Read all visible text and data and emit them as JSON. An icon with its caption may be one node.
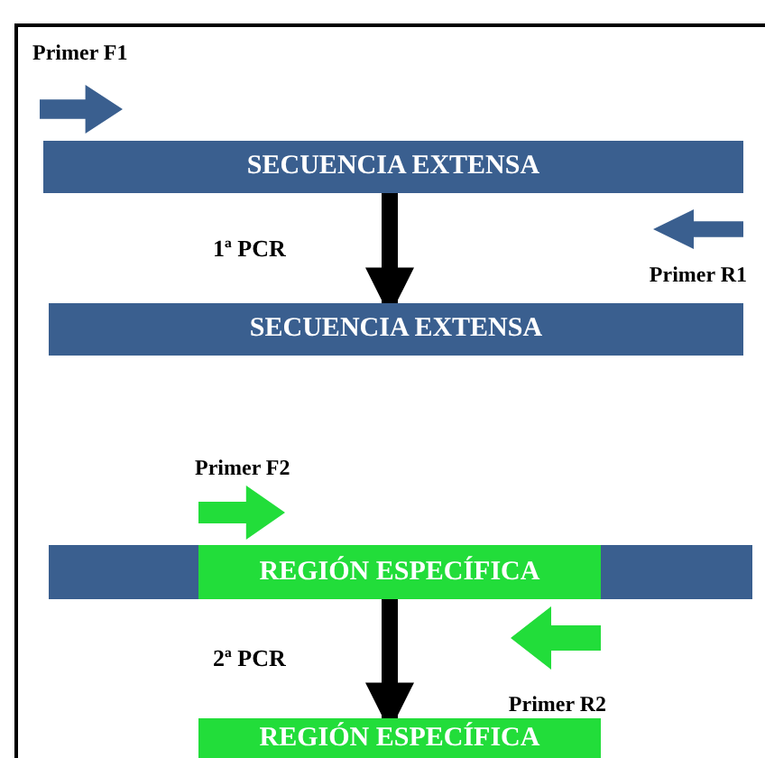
{
  "diagram": {
    "nodes": [
      {
        "text": [
          "Primer F1"
        ]
      },
      {
        "text": [
          "SECUENCIA EXTENSA"
        ]
      },
      {
        "text": [
          "Primer R1"
        ]
      },
      {
        "text": [
          "SECUENCIA EXTENSA"
        ]
      },
      {
        "text": [
          "Primer F2"
        ]
      },
      {
        "text": [],
        "shape": "bar"
      },
      {
        "text": [
          "REGIÓN ESPECÍFICA"
        ],
        "in": 5
      },
      {
        "text": [
          "Primer R2"
        ]
      },
      {
        "text": [
          "REGIÓN ESPECÍFICA"
        ]
      }
    ],
    "edges": [
      {
        "from": 1,
        "to": 3,
        "arrow": "to",
        "label": "1ª PCR"
      },
      {
        "from": 5,
        "to": 8,
        "arrow": "to",
        "label": "2ª PCR"
      }
    ]
  }
}
